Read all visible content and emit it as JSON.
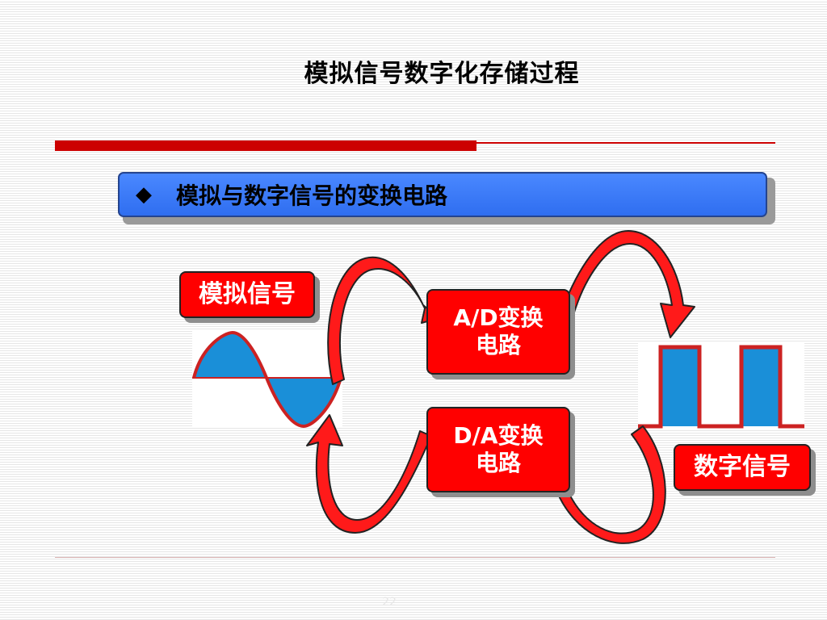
{
  "title": "模拟信号数字化存储过程",
  "section_header": {
    "bullet_icon": "diamond-bullet",
    "text": "模拟与数字信号的变换电路"
  },
  "nodes": {
    "analog_signal": "模拟信号",
    "ad_converter_line1": "A/D变换",
    "ad_converter_line2": "电路",
    "da_converter_line1": "D/A变换",
    "da_converter_line2": "电路",
    "digital_signal": "数字信号"
  },
  "page_number": "22",
  "colors": {
    "accent_red": "#ff0000",
    "header_blue": "#3a79f7",
    "wave_fill": "#1a8fd8",
    "wave_stroke": "#cc2222"
  }
}
